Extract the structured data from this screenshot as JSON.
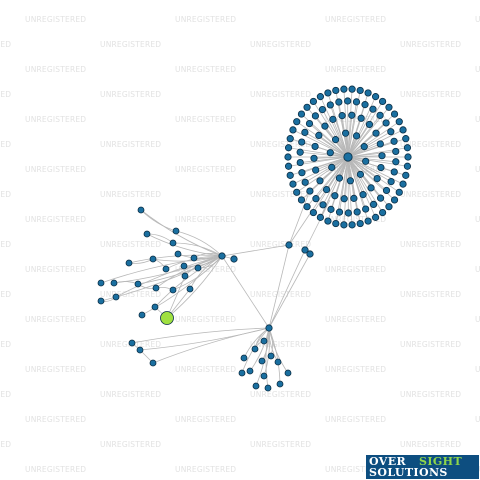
{
  "watermark": {
    "text": "UNREGISTERED"
  },
  "logo": {
    "line1_a": "OVER",
    "line1_b": "SIGHT",
    "line2": "SOLUTIONS",
    "bg": "#0d4e80",
    "accent": "#8fd64a"
  },
  "colors": {
    "node": "#1a6fa0",
    "node_stroke": "#0b2e45",
    "highlight_node": "#9fe040",
    "edge": "#b8b8b8"
  }
}
